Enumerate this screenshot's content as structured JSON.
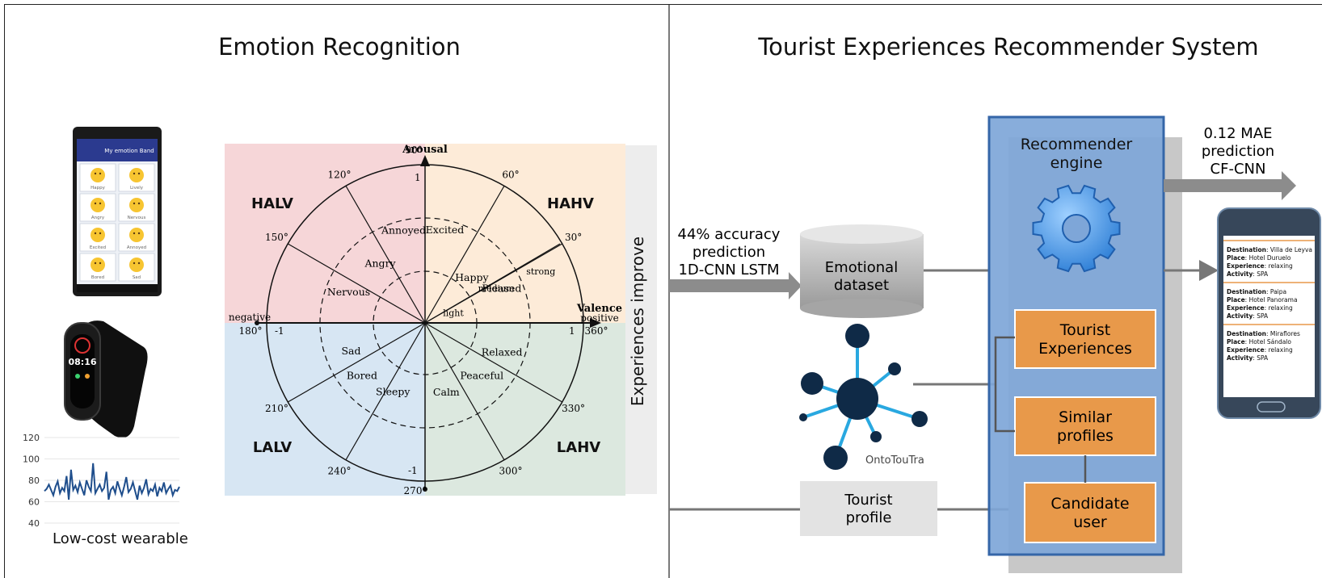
{
  "left_panel": {
    "title": "Emotion Recognition",
    "phone_app": {
      "title": "My emotion Band",
      "emotions": [
        "Happy",
        "Lively",
        "Angry",
        "Nervous",
        "Excited",
        "Annoyed",
        "Bored",
        "Sad"
      ]
    },
    "watch_time": "08:16",
    "hr_chart": {
      "y_ticks": [
        "120",
        "100",
        "80",
        "60",
        "40"
      ],
      "values": [
        70,
        72,
        76,
        71,
        66,
        74,
        79,
        68,
        73,
        70,
        84,
        62,
        90,
        71,
        75,
        69,
        78,
        72,
        66,
        80,
        74,
        70,
        96,
        68,
        72,
        76,
        70,
        73,
        88,
        62,
        71,
        74,
        68,
        79,
        72,
        66,
        74,
        83,
        69,
        72,
        78,
        70,
        62,
        75,
        68,
        73,
        81,
        67,
        72,
        70,
        76,
        65,
        73,
        70,
        78,
        68,
        72,
        75,
        66,
        71,
        70,
        74
      ],
      "color": "#1f4e8c"
    },
    "wearable_label": "Low-cost wearable",
    "circumplex": {
      "axis_arousal": "Arousal",
      "axis_valence_line1": "Valence",
      "axis_valence_line2": "positive",
      "axis_negative": "negative",
      "quadrants": {
        "halv": "HALV",
        "hahv": "HAHV",
        "lalv": "LALV",
        "lahv": "LAHV"
      },
      "quadrant_colors": {
        "halv": "#f6d6d8",
        "hahv": "#fdebd8",
        "lalv": "#d7e6f3",
        "lahv": "#dce8df"
      },
      "degrees": [
        "30°",
        "60°",
        "90°",
        "120°",
        "150°",
        "180°",
        "210°",
        "240°",
        "270°",
        "300°",
        "330°",
        "360°"
      ],
      "axis_values": {
        "top": "1",
        "bottom": "-1",
        "left": "-1",
        "right": "1"
      },
      "emotions": [
        "Annoyed",
        "Excited",
        "Angry",
        "Happy",
        "Nervous",
        "Pleased",
        "Sad",
        "Relaxed",
        "Bored",
        "Peaceful",
        "Sleepy",
        "Calm"
      ],
      "intensity": [
        "strong",
        "medium",
        "light"
      ]
    },
    "side_label": "Experiences improve"
  },
  "right_panel": {
    "title": "Tourist Experiences Recommender System",
    "accuracy_label": [
      "44% accuracy",
      "prediction",
      "1D-CNN LSTM"
    ],
    "dataset_label": [
      "Emotional",
      "dataset"
    ],
    "ontology_label": "OntoTouTra",
    "profile_label": [
      "Tourist",
      "profile"
    ],
    "engine_label": [
      "Recommender",
      "engine"
    ],
    "boxes": {
      "experiences": [
        "Tourist",
        "Experiences"
      ],
      "similar": [
        "Similar",
        "profiles"
      ],
      "candidate": [
        "Candidate",
        "user"
      ]
    },
    "mae_label": [
      "0.12 MAE",
      "prediction",
      "CF-CNN"
    ],
    "colors": {
      "engine": "#7ea6d8",
      "engine_border": "#3566a8",
      "box": "#e8994a",
      "arrow": "#8c8c8c",
      "node": "#0f2a47",
      "edge": "#29a8e0"
    },
    "recommendations": [
      {
        "destination_label": "Destination",
        "destination": "Villa de Leyva",
        "place_label": "Place",
        "place": "Hotel Duruelo",
        "experience_label": "Experience",
        "experience": "relaxing",
        "activity_label": "Activity",
        "activity": "SPA"
      },
      {
        "destination_label": "Destination",
        "destination": "Paipa",
        "place_label": "Place",
        "place": "Hotel Panorama",
        "experience_label": "Experience",
        "experience": "relaxing",
        "activity_label": "Activity",
        "activity": "SPA"
      },
      {
        "destination_label": "Destination",
        "destination": "Miraflores",
        "place_label": "Place",
        "place": "Hotel Sándalo",
        "experience_label": "Experience",
        "experience": "relaxing",
        "activity_label": "Activity",
        "activity": "SPA"
      }
    ]
  }
}
